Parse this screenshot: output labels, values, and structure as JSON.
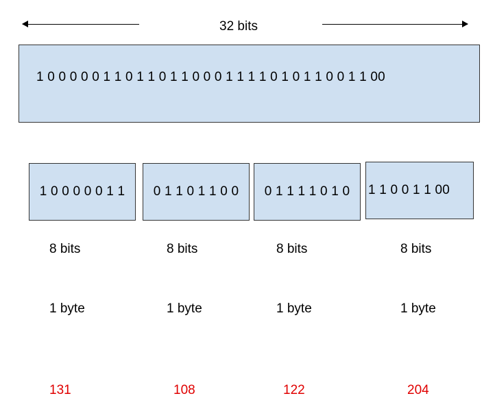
{
  "header": {
    "width_label": "32 bits"
  },
  "word": {
    "bits": "1 0 0 0 0 0 1 1 0 1 1 0 1 1 0 0 0 1 1 1 1 0 1 0 1 1 0 0 1 1 00"
  },
  "bytes": [
    {
      "bits": "1 0 0 0 0 0 1 1",
      "size_bits": "8 bits",
      "size_bytes": "1 byte",
      "decimal": "131"
    },
    {
      "bits": "0 1 1 0 1 1 0 0",
      "size_bits": "8 bits",
      "size_bytes": "1 byte",
      "decimal": "108"
    },
    {
      "bits": "0 1 1 1 1 0 1 0",
      "size_bits": "8 bits",
      "size_bytes": "1 byte",
      "decimal": "122"
    },
    {
      "bits": "1 1 0 0 1 1 00",
      "size_bits": "8 bits",
      "size_bytes": "1 byte",
      "decimal": "204"
    }
  ],
  "colors": {
    "box_fill": "#cfe0f1",
    "decimal_text": "#e00000"
  }
}
